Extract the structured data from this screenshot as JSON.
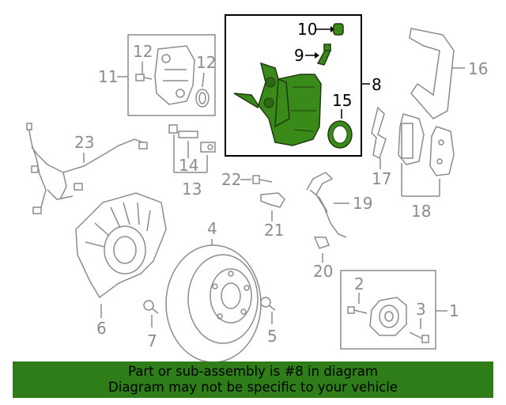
{
  "diagram": {
    "callouts": {
      "c1": "1",
      "c2": "2",
      "c3": "3",
      "c4": "4",
      "c5": "5",
      "c6": "6",
      "c7": "7",
      "c8": "8",
      "c9": "9",
      "c10": "10",
      "c11": "11",
      "c12a": "12",
      "c12b": "12",
      "c13": "13",
      "c14": "14",
      "c15": "15",
      "c16": "16",
      "c17": "17",
      "c18": "18",
      "c19": "19",
      "c20": "20",
      "c21": "21",
      "c22": "22",
      "c23": "23"
    },
    "highlight_color": "#3a8a1a",
    "line_color": "#8c8c8c"
  },
  "banner": {
    "line1": "Part or sub-assembly is #8 in diagram",
    "line2": "Diagram may not be specific to your vehicle",
    "background": "#2e7d18"
  }
}
